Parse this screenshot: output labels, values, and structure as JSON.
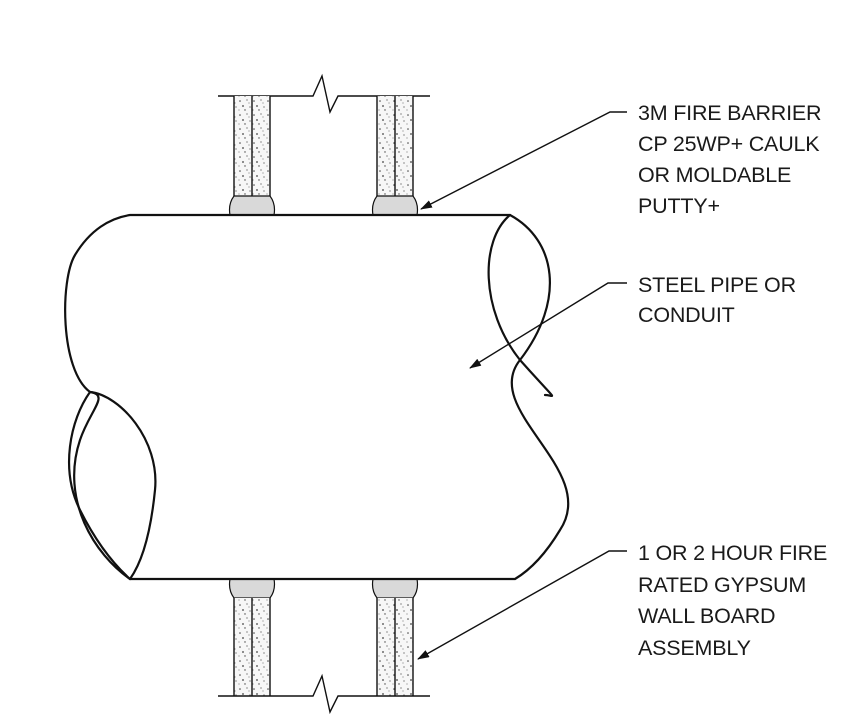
{
  "callouts": {
    "fire_barrier": [
      "3M FIRE BARRIER",
      "CP 25WP+ CAULK",
      "OR MOLDABLE",
      "PUTTY+"
    ],
    "steel_pipe": [
      "STEEL PIPE OR",
      "CONDUIT"
    ],
    "wall_assembly": [
      "1 OR 2 HOUR FIRE",
      "RATED GYPSUM",
      "WALL BOARD",
      "ASSEMBLY"
    ]
  },
  "colors": {
    "line": "#111111",
    "sealant": "#d9d9d9",
    "board_fill": "#f4f4f4",
    "background": "#ffffff"
  }
}
